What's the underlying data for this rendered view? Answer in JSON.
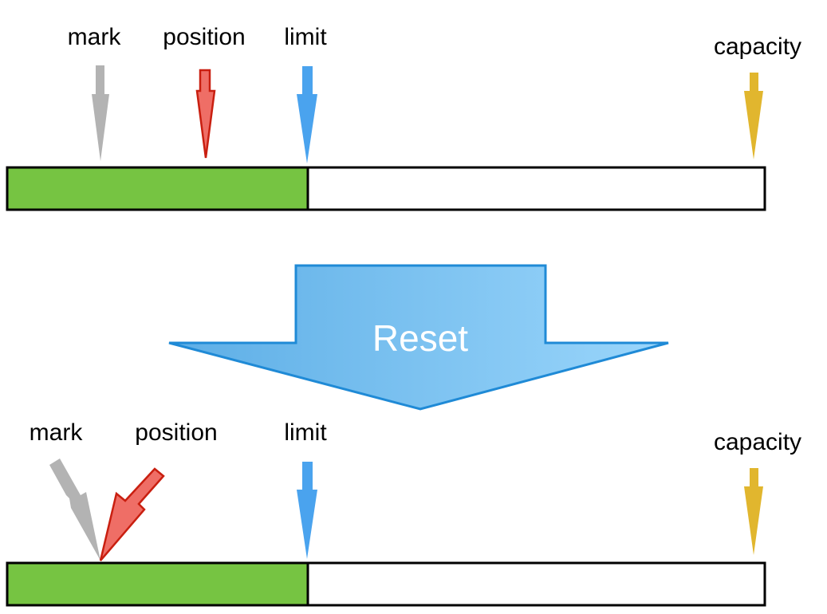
{
  "colors": {
    "filled": "#76c442",
    "empty": "#ffffff",
    "border": "#000000",
    "mark": "#b3b3b3",
    "position_fill": "#ef6e66",
    "position_stroke": "#c91f10",
    "limit": "#4aa3ee",
    "capacity": "#e1b62e",
    "reset_arrow_from": "#5daee6",
    "reset_arrow_to": "#9bd6fb",
    "reset_arrow_stroke": "#1f8ad6"
  },
  "top": {
    "labels": {
      "mark": "mark",
      "position": "position",
      "limit": "limit",
      "capacity": "capacity"
    }
  },
  "action": {
    "label": "Reset",
    "icon": "down-arrow-icon"
  },
  "bottom": {
    "labels": {
      "mark": "mark",
      "position": "position",
      "limit": "limit",
      "capacity": "capacity"
    }
  }
}
